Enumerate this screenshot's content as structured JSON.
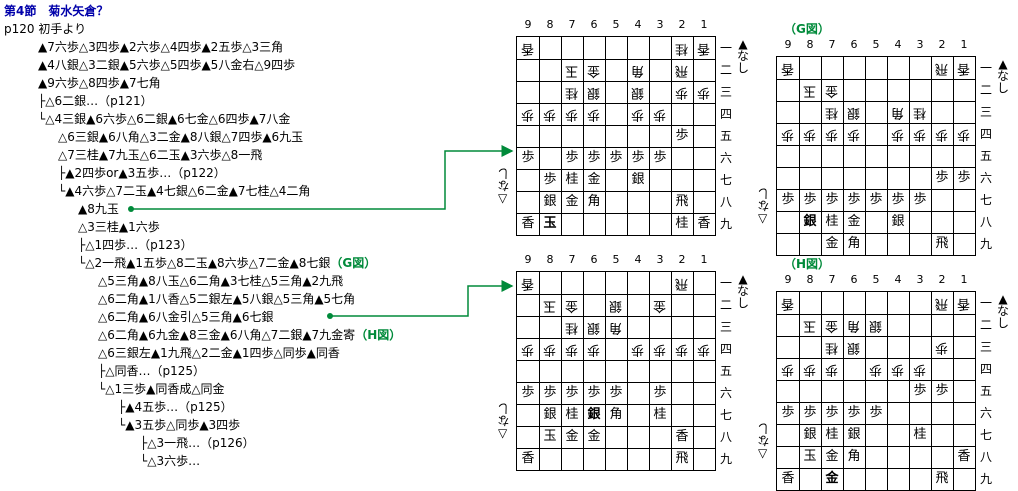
{
  "title": "第4節　菊水矢倉？",
  "tree": [
    {
      "text": "p120 初手より"
    },
    {
      "text": "▲7六歩△3四歩▲2六歩△4四歩▲2五歩△3三角"
    },
    {
      "text": "▲4八銀△3二銀▲5六歩△5四歩▲5八金右△9四歩"
    },
    {
      "text": "▲9六歩△8四歩▲7七角"
    },
    {
      "text": "├△6二銀…（p121）"
    },
    {
      "text": "└△4三銀▲6六歩△6二銀▲6七金△6四歩▲7八金"
    },
    {
      "text": "△6三銀▲6八角△3二金▲8八銀△7四歩▲6九玉"
    },
    {
      "text": "△7三桂▲7九玉△6二玉▲3六歩△8一飛"
    },
    {
      "text": "├▲2四歩or▲3五歩…（p122）"
    },
    {
      "text": "└▲4六歩△7二玉▲4七銀△6二金▲7七桂△4二角"
    },
    {
      "text": "▲8九玉"
    },
    {
      "text": "△3三桂▲1六歩"
    },
    {
      "text": "├△1四歩…（p123）"
    },
    {
      "text": "└△2一飛▲1五歩△8二玉▲8六歩△7二金▲8七銀",
      "label": "（G図）"
    },
    {
      "text": "△5三角▲8八玉△6二角▲3七桂△5三角▲2九飛"
    },
    {
      "text": "△6二角▲1八香△5二銀左▲5八銀△5三角▲5七角"
    },
    {
      "text": "△6二角▲6八金引△5三角▲6七銀"
    },
    {
      "text": "△6二角▲6九金▲8三金▲6八角△7二銀▲7九金寄",
      "label": "（H図）"
    },
    {
      "text": "△6三銀左▲1九飛△2二金▲1四歩△同歩▲同香"
    },
    {
      "text": "├△同香…（p125）"
    },
    {
      "text": "└△1三歩▲同香成△同金"
    },
    {
      "text": "├▲4五歩…（p125）"
    },
    {
      "text": "└▲3五歩△同歩▲3四歩"
    },
    {
      "text": "├△3一飛…（p126）"
    },
    {
      "text": "└△3六歩…"
    }
  ],
  "boards": [
    {
      "name": "board-after-89gyoku",
      "label": "",
      "files": [
        "9",
        "8",
        "7",
        "6",
        "5",
        "4",
        "3",
        "2",
        "1"
      ],
      "ranks": [
        "一",
        "二",
        "三",
        "四",
        "五",
        "六",
        "七",
        "八",
        "九"
      ],
      "gote_hand": "なし",
      "sente_hand": "▲なし",
      "cells": [
        [
          "香v",
          "",
          "",
          "",
          "",
          "",
          "",
          "桂v",
          "香v"
        ],
        [
          "",
          "",
          "玉v",
          "金v",
          "",
          "角v",
          "",
          "飛v",
          ""
        ],
        [
          "",
          "",
          "桂v",
          "銀v",
          "",
          "銀v",
          "",
          "歩v",
          "歩v"
        ],
        [
          "歩v",
          "歩v",
          "歩v",
          "歩v",
          "",
          "歩v",
          "歩v",
          "",
          ""
        ],
        [
          "",
          "",
          "",
          "",
          "",
          "",
          "",
          "歩",
          ""
        ],
        [
          "歩",
          "",
          "歩",
          "歩",
          "歩",
          "歩",
          "歩",
          "",
          ""
        ],
        [
          "",
          "歩",
          "桂",
          "金",
          "",
          "銀",
          "",
          "",
          ""
        ],
        [
          "",
          "銀",
          "金",
          "角",
          "",
          "",
          "",
          "飛",
          ""
        ],
        [
          "香",
          "玉b",
          "",
          "",
          "",
          "",
          "",
          "桂",
          "香"
        ]
      ]
    },
    {
      "name": "board-g",
      "label": "（G図）",
      "files": [
        "9",
        "8",
        "7",
        "6",
        "5",
        "4",
        "3",
        "2",
        "1"
      ],
      "ranks": [
        "一",
        "二",
        "三",
        "四",
        "五",
        "六",
        "七",
        "八",
        "九"
      ],
      "gote_hand": "なし",
      "sente_hand": "▲なし",
      "cells": [
        [
          "香v",
          "",
          "",
          "",
          "",
          "",
          "",
          "飛v",
          "香v"
        ],
        [
          "",
          "玉v",
          "金v",
          "",
          "",
          "",
          "",
          "",
          ""
        ],
        [
          "",
          "",
          "桂v",
          "銀v",
          "",
          "角v",
          "桂v",
          "",
          ""
        ],
        [
          "歩v",
          "歩v",
          "歩v",
          "歩v",
          "",
          "歩v",
          "歩v",
          "歩v",
          "歩v"
        ],
        [
          "",
          "",
          "",
          "",
          "",
          "",
          "",
          "",
          ""
        ],
        [
          "",
          "",
          "",
          "",
          "",
          "",
          "",
          "歩",
          "歩"
        ],
        [
          "歩",
          "歩",
          "歩",
          "歩",
          "歩",
          "歩",
          "歩",
          "",
          ""
        ],
        [
          "",
          "銀b",
          "桂",
          "金",
          "",
          "銀",
          "",
          "",
          ""
        ],
        [
          "",
          "",
          "金",
          "角",
          "",
          "",
          "",
          "飛",
          ""
        ]
      ]
    },
    {
      "name": "board-after-67gin",
      "label": "",
      "files": [
        "9",
        "8",
        "7",
        "6",
        "5",
        "4",
        "3",
        "2",
        "1"
      ],
      "ranks": [
        "一",
        "二",
        "三",
        "四",
        "五",
        "六",
        "七",
        "八",
        "九"
      ],
      "gote_hand": "なし",
      "sente_hand": "▲なし",
      "cells": [
        [
          "香v",
          "",
          "",
          "",
          "",
          "",
          "",
          "飛v",
          ""
        ],
        [
          "",
          "玉v",
          "金v",
          "",
          "銀v",
          "",
          "金v",
          "",
          ""
        ],
        [
          "",
          "",
          "桂v",
          "銀v",
          "角v",
          "",
          "",
          "",
          ""
        ],
        [
          "歩v",
          "歩v",
          "歩v",
          "歩v",
          "",
          "歩v",
          "歩v",
          "歩v",
          "歩v"
        ],
        [
          "",
          "",
          "",
          "",
          "",
          "",
          "",
          "",
          ""
        ],
        [
          "歩",
          "歩",
          "歩",
          "歩",
          "歩",
          "",
          "歩",
          "",
          ""
        ],
        [
          "",
          "銀",
          "桂",
          "銀b",
          "角",
          "",
          "桂",
          "",
          ""
        ],
        [
          "",
          "玉",
          "金",
          "金",
          "",
          "",
          "",
          "香",
          ""
        ],
        [
          "香",
          "",
          "",
          "",
          "",
          "",
          "",
          "飛",
          ""
        ]
      ]
    },
    {
      "name": "board-h",
      "label": "（H図）",
      "files": [
        "9",
        "8",
        "7",
        "6",
        "5",
        "4",
        "3",
        "2",
        "1"
      ],
      "ranks": [
        "一",
        "二",
        "三",
        "四",
        "五",
        "六",
        "七",
        "八",
        "九"
      ],
      "gote_hand": "なし",
      "sente_hand": "▲なし",
      "cells": [
        [
          "香v",
          "",
          "",
          "",
          "",
          "",
          "",
          "飛v",
          "香v"
        ],
        [
          "",
          "玉v",
          "金v",
          "角v",
          "銀v",
          "",
          "",
          "",
          ""
        ],
        [
          "",
          "",
          "桂v",
          "銀v",
          "",
          "",
          "",
          "歩v",
          ""
        ],
        [
          "歩v",
          "歩v",
          "歩v",
          "",
          "歩v",
          "歩v",
          "歩v",
          "",
          ""
        ],
        [
          "",
          "",
          "",
          "",
          "",
          "",
          "歩",
          "歩",
          ""
        ],
        [
          "歩",
          "歩",
          "歩",
          "歩",
          "歩",
          "",
          "",
          "",
          ""
        ],
        [
          "",
          "銀",
          "桂",
          "銀",
          "",
          "",
          "桂",
          "",
          ""
        ],
        [
          "",
          "玉",
          "金",
          "角",
          "",
          "",
          "",
          "",
          "香"
        ],
        [
          "香",
          "",
          "金b",
          "",
          "",
          "",
          "",
          "飛",
          ""
        ]
      ]
    }
  ],
  "colors": {
    "accent": "#008a3a",
    "title": "#0000aa"
  }
}
